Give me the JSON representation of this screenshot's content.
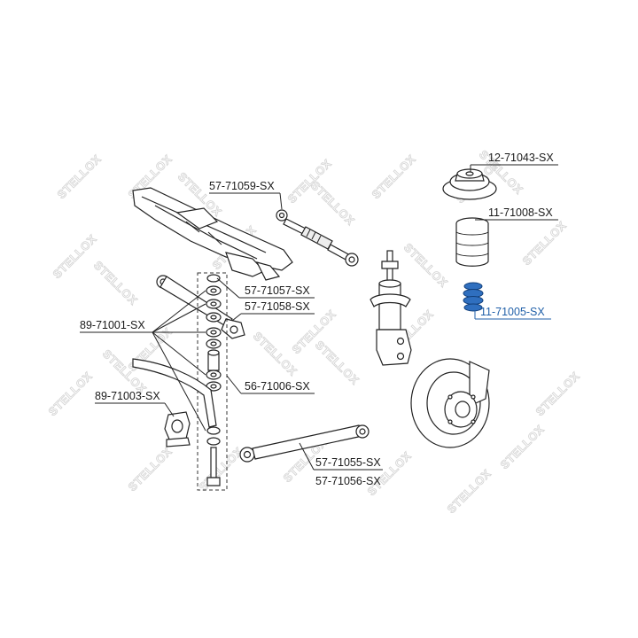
{
  "labels": {
    "l12_71043": "12-71043-SX",
    "l11_71008": "11-71008-SX",
    "l11_71005": "11-71005-SX",
    "l57_71059": "57-71059-SX",
    "l57_71057": "57-71057-SX",
    "l57_71058": "57-71058-SX",
    "l89_71001": "89-71001-SX",
    "l56_71006": "56-71006-SX",
    "l89_71003": "89-71003-SX",
    "l57_71055": "57-71055-SX",
    "l57_71056": "57-71056-SX"
  },
  "watermark": "STELLOX",
  "colors": {
    "highlight": "#1f5fa8",
    "line": "#222222",
    "watermark": "#d6d6d6"
  }
}
